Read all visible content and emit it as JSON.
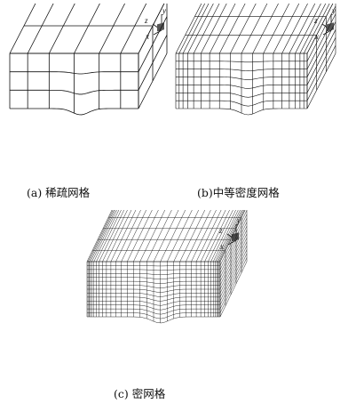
{
  "figure": {
    "panels": [
      {
        "id": "a",
        "caption": "(a) 稀疏网格",
        "nx": 6,
        "ny": 3,
        "nz": 2,
        "cluster": 0.2
      },
      {
        "id": "b",
        "caption": "(b)中等密度网格",
        "nx": 18,
        "ny": 7,
        "nz": 3,
        "cluster": 0.55
      },
      {
        "id": "c",
        "caption": "(c) 密网格",
        "nx": 34,
        "ny": 14,
        "nz": 5,
        "cluster": 0.75
      }
    ],
    "axes": {
      "y": "y",
      "z": "z",
      "x": "x"
    }
  }
}
